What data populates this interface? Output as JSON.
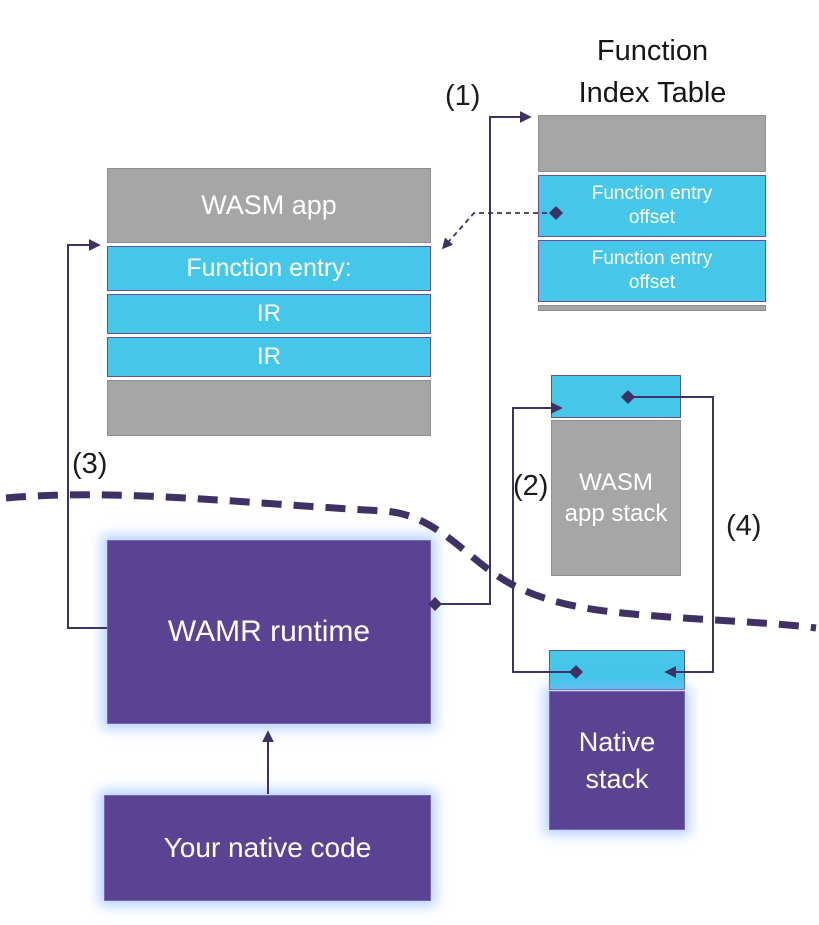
{
  "colors": {
    "gray_block": "#a6a6a6",
    "cyan_block": "#44c7e8",
    "purple_box": "#5b4394",
    "connector_line": "#3f3164",
    "glow": "#87b2ff"
  },
  "function_index_table": {
    "title_line1": "Function",
    "title_line2": "Index Table",
    "row1_line1": "Function entry",
    "row1_line2": "offset",
    "row2_line1": "Function entry",
    "row2_line2": "offset"
  },
  "wasm_app": {
    "header": "WASM app",
    "row1": "Function entry:",
    "row2": "IR",
    "row3": "IR"
  },
  "wasm_app_stack": {
    "line1": "WASM",
    "line2": "app stack"
  },
  "native_stack": {
    "line1": "Native",
    "line2": "stack"
  },
  "wamr_runtime": {
    "label": "WAMR runtime"
  },
  "your_native_code": {
    "label": "Your native code"
  },
  "step_labels": {
    "s1": "(1)",
    "s2": "(2)",
    "s3": "(3)",
    "s4": "(4)"
  }
}
